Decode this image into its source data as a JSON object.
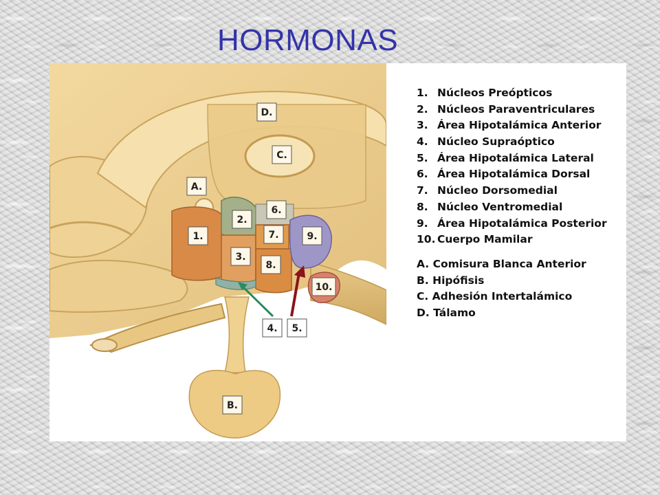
{
  "title": "HORMONAS",
  "numbered": [
    {
      "n": "1.",
      "text": "Núcleos Preópticos"
    },
    {
      "n": "2.",
      "text": "Núcleos Paraventriculares"
    },
    {
      "n": "3.",
      "text": "Área Hipotalámica Anterior"
    },
    {
      "n": "4.",
      "text": "Núcleo Supraóptico"
    },
    {
      "n": "5.",
      "text": "Área Hipotalámica Lateral"
    },
    {
      "n": "6.",
      "text": "Área Hipotalámica Dorsal"
    },
    {
      "n": "7.",
      "text": "Núcleo Dorsomedial"
    },
    {
      "n": "8.",
      "text": "Núcleo Ventromedial"
    },
    {
      "n": "9.",
      "text": "Área Hipotalámica Posterior"
    },
    {
      "n": "10.",
      "text": "Cuerpo Mamilar"
    }
  ],
  "lettered": [
    {
      "n": "A.",
      "text": "Comisura Blanca Anterior"
    },
    {
      "n": "B.",
      "text": "Hipófisis"
    },
    {
      "n": "C.",
      "text": "Adhesión Intertalámico"
    },
    {
      "n": "D.",
      "text": "Tálamo"
    }
  ],
  "diagram_labels": {
    "d": "D.",
    "c": "C.",
    "a": "A.",
    "b": "B.",
    "n1": "1.",
    "n2": "2.",
    "n3": "3.",
    "n4": "4.",
    "n5": "5.",
    "n6": "6.",
    "n7": "7.",
    "n8": "8.",
    "n9": "9.",
    "n10": "10."
  }
}
